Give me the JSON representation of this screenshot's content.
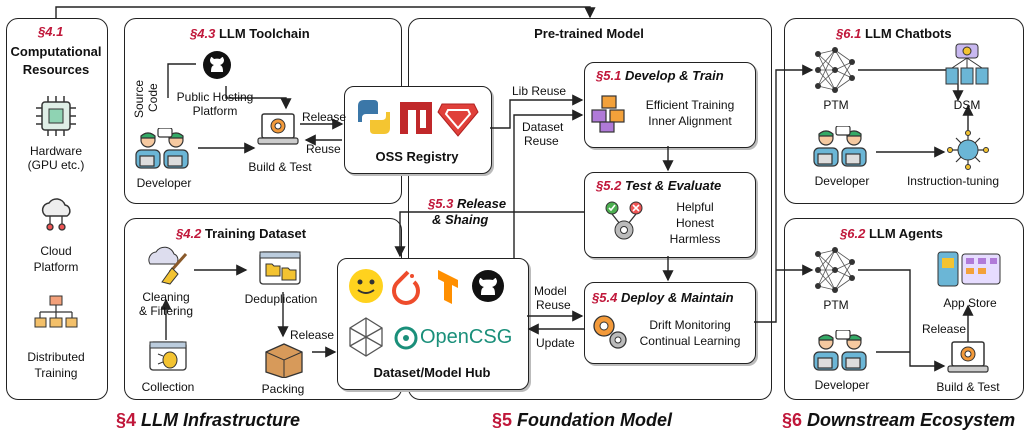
{
  "colors": {
    "accent": "#c0173a",
    "stroke": "#222222"
  },
  "infra": {
    "compute": {
      "section": "§4.1",
      "title_line1": "Computational",
      "title_line2": "Resources",
      "hardware_line1": "Hardware",
      "hardware_line2": "(GPU etc.)",
      "cloud_line1": "Cloud",
      "cloud_line2": "Platform",
      "dist_line1": "Distributed",
      "dist_line2": "Training"
    },
    "toolchain": {
      "section": "§4.3",
      "title": "LLM Toolchain",
      "source_code_line1": "Source",
      "source_code_line2": "Code",
      "public_line1": "Public Hosting",
      "public_line2": "Platform",
      "developer": "Developer",
      "build_test": "Build & Test",
      "release": "Release",
      "reuse": "Reuse"
    },
    "registry": {
      "label": "OSS Registry"
    },
    "dataset": {
      "section": "§4.2",
      "title": "Training Dataset",
      "cleaning_line1": "Cleaning",
      "cleaning_line2": "& Filtering",
      "dedup": "Deduplication",
      "collection": "Collection",
      "packing": "Packing",
      "release": "Release"
    },
    "hub": {
      "label": "Dataset/Model Hub",
      "opencsg": "OpenCSG"
    }
  },
  "foundation": {
    "title": "Pre-trained Model",
    "develop": {
      "section": "§5.1",
      "title": "Develop & Train",
      "line1": "Efficient Training",
      "line2": "Inner Alignment"
    },
    "test": {
      "section": "§5.2",
      "title": "Test & Evaluate",
      "line1": "Helpful",
      "line2": "Honest",
      "line3": "Harmless"
    },
    "release": {
      "section": "§5.3",
      "title_line1": "Release",
      "title_line2": "& Shaing"
    },
    "deploy": {
      "section": "§5.4",
      "title": "Deploy & Maintain",
      "line1": "Drift Monitoring",
      "line2": "Continual Learning"
    },
    "lib_reuse": "Lib Reuse",
    "dataset_reuse_line1": "Dataset",
    "dataset_reuse_line2": "Reuse",
    "model_reuse_line1": "Model",
    "model_reuse_line2": "Reuse",
    "update": "Update"
  },
  "downstream": {
    "chatbots": {
      "section": "§6.1",
      "title": "LLM Chatbots",
      "ptm": "PTM",
      "dsm": "DSM",
      "developer": "Developer",
      "instruction": "Instruction-tuning"
    },
    "agents": {
      "section": "§6.2",
      "title": "LLM Agents",
      "ptm": "PTM",
      "app_store": "App Store",
      "release": "Release",
      "developer": "Developer",
      "build_test": "Build & Test"
    }
  },
  "footer": {
    "infra_num": "§4",
    "infra_text": "LLM Infrastructure",
    "found_num": "§5",
    "found_text": "Foundation Model",
    "down_num": "§6",
    "down_text": "Downstream Ecosystem"
  }
}
